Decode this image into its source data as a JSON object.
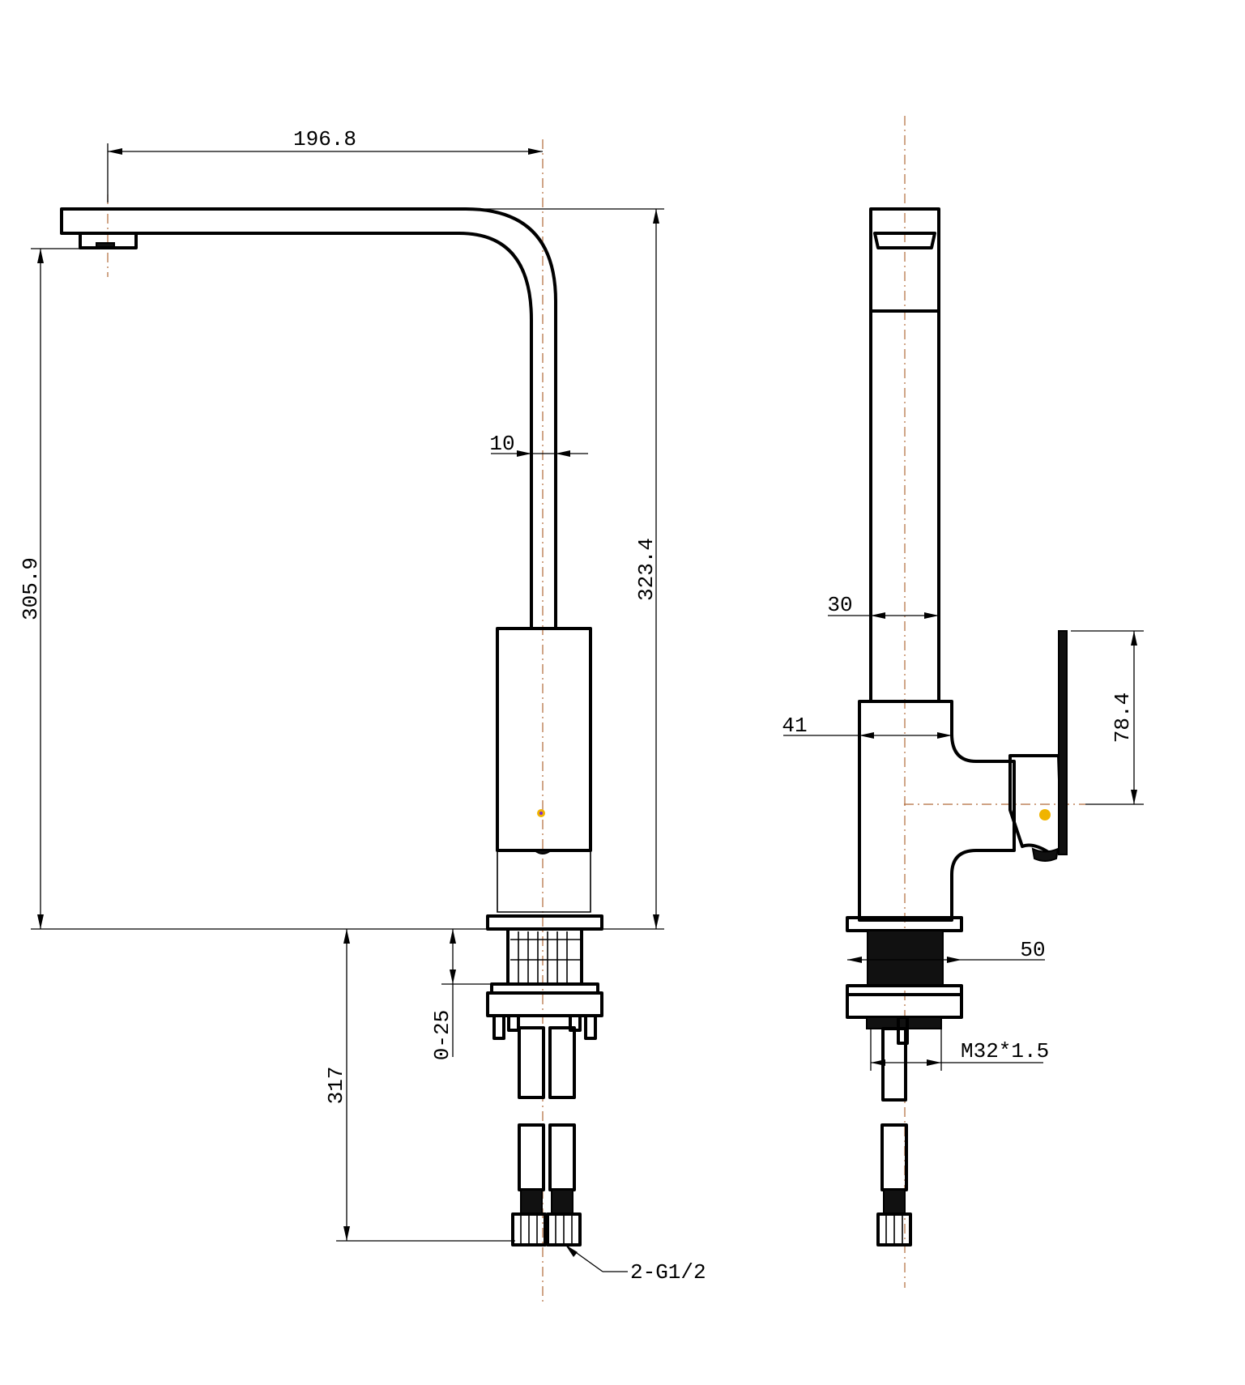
{
  "dimensions": {
    "spout_reach": "196.8",
    "spout_thickness": "10",
    "outlet_height": "305.9",
    "total_height": "323.4",
    "below_deck_length": "317",
    "deck_thickness_range": "0-25",
    "spout_width": "30",
    "body_width": "41",
    "handle_height": "78.4",
    "mounting_diameter": "50",
    "thread_size": "M32*1.5",
    "hose_connection": "2-G1/2"
  },
  "colors": {
    "line": "#000000",
    "centerline": "#b06a3a",
    "marker": "#f0b400"
  }
}
